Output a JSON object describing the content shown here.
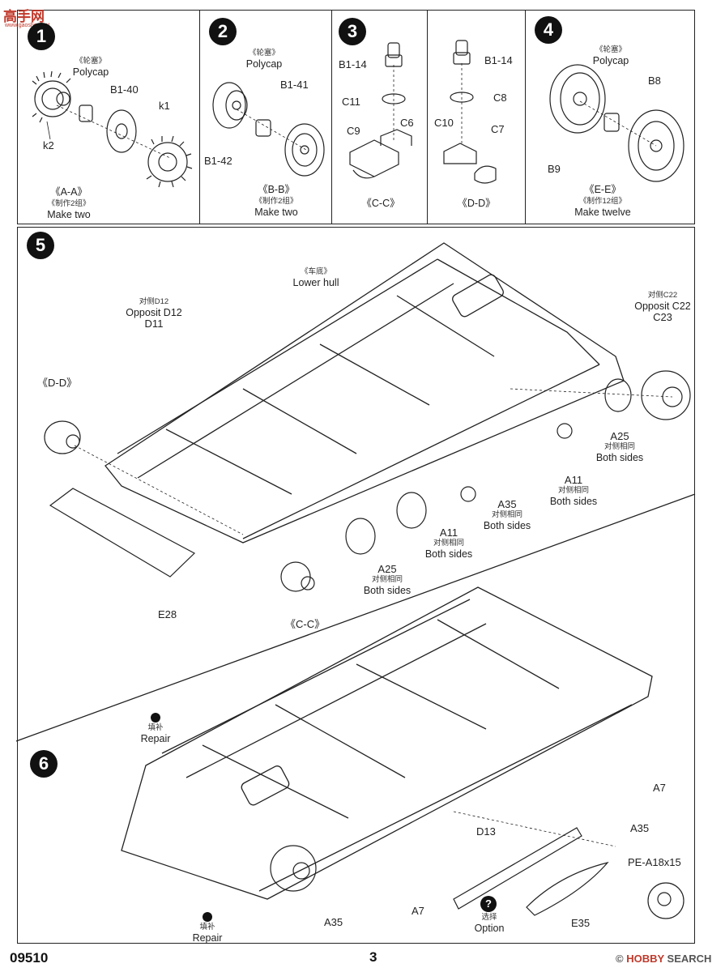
{
  "header": {
    "logo_text": "高手网",
    "logo_sub": "www.gaoshou.net"
  },
  "footer": {
    "product_code": "09510",
    "page_number": "3",
    "watermark_prefix": "© ",
    "watermark_brand": "HOBBY",
    "watermark_suffix": " SEARCH"
  },
  "steps": {
    "s1": {
      "number": "1",
      "polycap_cn": "《轮塞》",
      "polycap": "Polycap",
      "p1": "B1-40",
      "p2": "k1",
      "p3": "k2",
      "view": "《A-A》",
      "qty_cn": "《制作2组》",
      "qty": "Make two"
    },
    "s2": {
      "number": "2",
      "polycap_cn": "《轮塞》",
      "polycap": "Polycap",
      "p1": "B1-41",
      "p2": "B1-42",
      "view": "《B-B》",
      "qty_cn": "《制作2组》",
      "qty": "Make two"
    },
    "s3a": {
      "number": "3",
      "p1": "B1-14",
      "p2": "C11",
      "p3": "C6",
      "p4": "C9",
      "view": "《C-C》"
    },
    "s3b": {
      "p1": "B1-14",
      "p2": "C8",
      "p3": "C10",
      "p4": "C7",
      "view": "《D-D》"
    },
    "s4": {
      "number": "4",
      "polycap_cn": "《轮塞》",
      "polycap": "Polycap",
      "p1": "B8",
      "p2": "B9",
      "view": "《E-E》",
      "qty_cn": "《制作12组》",
      "qty": "Make twelve"
    },
    "s5": {
      "number": "5",
      "lower_hull_cn": "《车底》",
      "lower_hull": "Lower hull",
      "opp_d12_cn": "对侧D12",
      "opp_d12": "Opposit D12",
      "d11": "D11",
      "dd": "《D-D》",
      "opp_c22_cn": "对侧C22",
      "opp_c22": "Opposit C22",
      "c23": "C23",
      "a25_right": "A25",
      "both_cn": "对侧相同",
      "both": "Both sides",
      "a11_right": "A11",
      "a35": "A35",
      "a11_mid": "A11",
      "a25_mid": "A25",
      "e28": "E28",
      "cc": "《C-C》"
    },
    "s6": {
      "number": "6",
      "repair_cn": "填补",
      "repair": "Repair",
      "a7_right": "A7",
      "a35_right": "A35",
      "d13": "D13",
      "pe": "PE-A18x15",
      "a35_left": "A35",
      "a7_left": "A7",
      "option_cn": "选择",
      "option": "Option",
      "e35": "E35",
      "option_icon": "?"
    }
  }
}
